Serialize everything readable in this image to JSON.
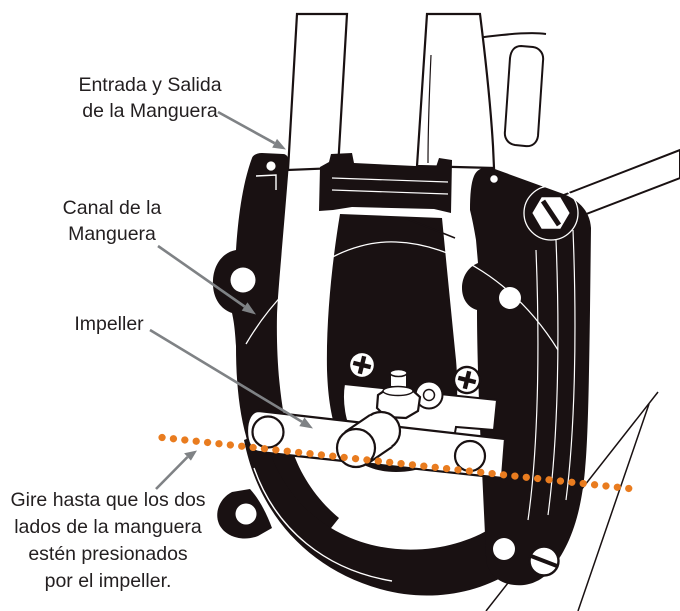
{
  "figure": {
    "description": "Cutaway line illustration of a peristaltic hose pump head with hose, hose channel and impeller",
    "background_color": "#ffffff"
  },
  "colors": {
    "artwork_ink": "#191112",
    "label_text": "#231f20",
    "callout_arrow": "#7f8285",
    "alignment_dots": "#e97c1f"
  },
  "callouts": [
    {
      "id": "hose-inlet-outlet",
      "lines": [
        "Entrada y Salida",
        "de la Manguera"
      ],
      "target": "hose entering the pump housing"
    },
    {
      "id": "hose-channel",
      "lines": [
        "Canal de la",
        "Manguera"
      ],
      "target": "hose channel in housing wall"
    },
    {
      "id": "impeller",
      "lines": [
        "Impeller"
      ],
      "target": "impeller assembly"
    },
    {
      "id": "instruction",
      "lines": [
        "Gire hasta que los dos",
        "lados de la manguera",
        "estén presionados",
        "por el impeller."
      ],
      "target": "orange dotted alignment line"
    }
  ]
}
